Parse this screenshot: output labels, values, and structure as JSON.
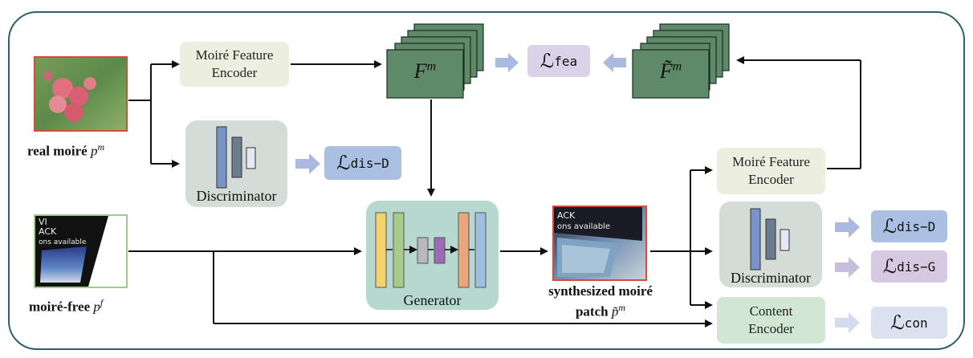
{
  "inputs": {
    "real_moire_label": "real moiré",
    "real_moire_var": "p",
    "real_moire_sup": "m",
    "moire_free_label": "moiré-free",
    "moire_free_var": "p",
    "moire_free_sup": "f",
    "moire_free_thumb_text": [
      "VI",
      "ACK",
      "ons available"
    ]
  },
  "modules": {
    "feature_encoder_top": [
      "Moiré Feature",
      "Encoder"
    ],
    "discriminator_top": "Discriminator",
    "generator": "Generator",
    "feature_encoder_right": [
      "Moiré Feature",
      "Encoder"
    ],
    "discriminator_right": "Discriminator",
    "content_encoder": [
      "Content",
      "Encoder"
    ]
  },
  "features": {
    "fm": "F",
    "fm_sup": "m",
    "fm_tilde": "F̃",
    "fm_tilde_sup": "m"
  },
  "output": {
    "label_line1": "synthesized moiré",
    "label_line2": "patch",
    "var": "p̃",
    "sup": "m",
    "thumb_text": [
      "ACK",
      "ons available"
    ]
  },
  "losses": {
    "symbol": "ℒ",
    "fea": "fea",
    "dis_d_top": "dis−D",
    "dis_d_right": "dis−D",
    "dis_g": "dis−G",
    "con": "con"
  },
  "colors": {
    "frame": "#2f5f6f",
    "feature_map": "#5e8a6a",
    "encoder_bg": "#ecefdf",
    "disc_bg": "#d3dcd6",
    "gen_bg": "#b6d8cf",
    "content_bg": "#d2e6d4",
    "loss_fea": "#d8d3e8",
    "loss_dis_d": "#a9c0e2",
    "loss_dis_g": "#d8c9e2",
    "loss_con": "#dae2f0",
    "thick_arrow": "#a9b9df"
  }
}
